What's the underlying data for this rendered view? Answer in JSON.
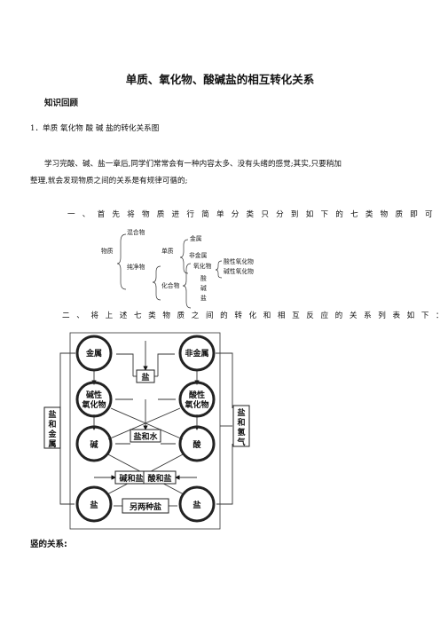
{
  "doc": {
    "title": "单质、氧化物、酸碱盐的相互转化关系",
    "section_heading": "知识回顾",
    "item1": "1．单质  氧化物  酸  碱  盐的转化关系图",
    "para1_line1": "学习完酸、碱、盐一章后,同学们常常会有一种内容太多、没有头绪的感觉;其实,只要稍加",
    "para1_line2": "整理,就会发现物质之间的关系是有规律可循的;",
    "step1": "一、首先将物质进行简单分类只分到如下的七类物质即可",
    "step2": "二、将上述七类物质之间的转化和相互反应的关系列表如下：",
    "footer_heading": "竖的关系:"
  },
  "tree": {
    "mixture": "混合物",
    "matter": "物质",
    "pure": "纯净物",
    "element": "单质",
    "metal": "金属",
    "nonmetal": "非金属",
    "compound": "化合物",
    "oxide": "氧化物",
    "acid_oxide": "酸性氧化物",
    "base_oxide": "碱性氧化物",
    "acid": "酸",
    "base": "碱",
    "salt": "盐"
  },
  "diagram": {
    "metal": "金属",
    "nonmetal": "非金属",
    "salt_top": "盐",
    "basic_oxide_1": "碱性",
    "basic_oxide_2": "氧化物",
    "acidic_oxide_1": "酸性",
    "acidic_oxide_2": "氧化物",
    "salt_water": "盐和水",
    "base": "碱",
    "acid": "酸",
    "base_salt": "碱和盐",
    "acid_salt": "酸和盐",
    "salt_left": "盐",
    "salt_right": "盐",
    "two_salts": "另两种盐",
    "left_side_1": "盐",
    "left_side_2": "和",
    "left_side_3": "金",
    "left_side_4": "属",
    "right_side_1": "盐",
    "right_side_2": "和",
    "right_side_3": "氢",
    "right_side_4": "气"
  }
}
